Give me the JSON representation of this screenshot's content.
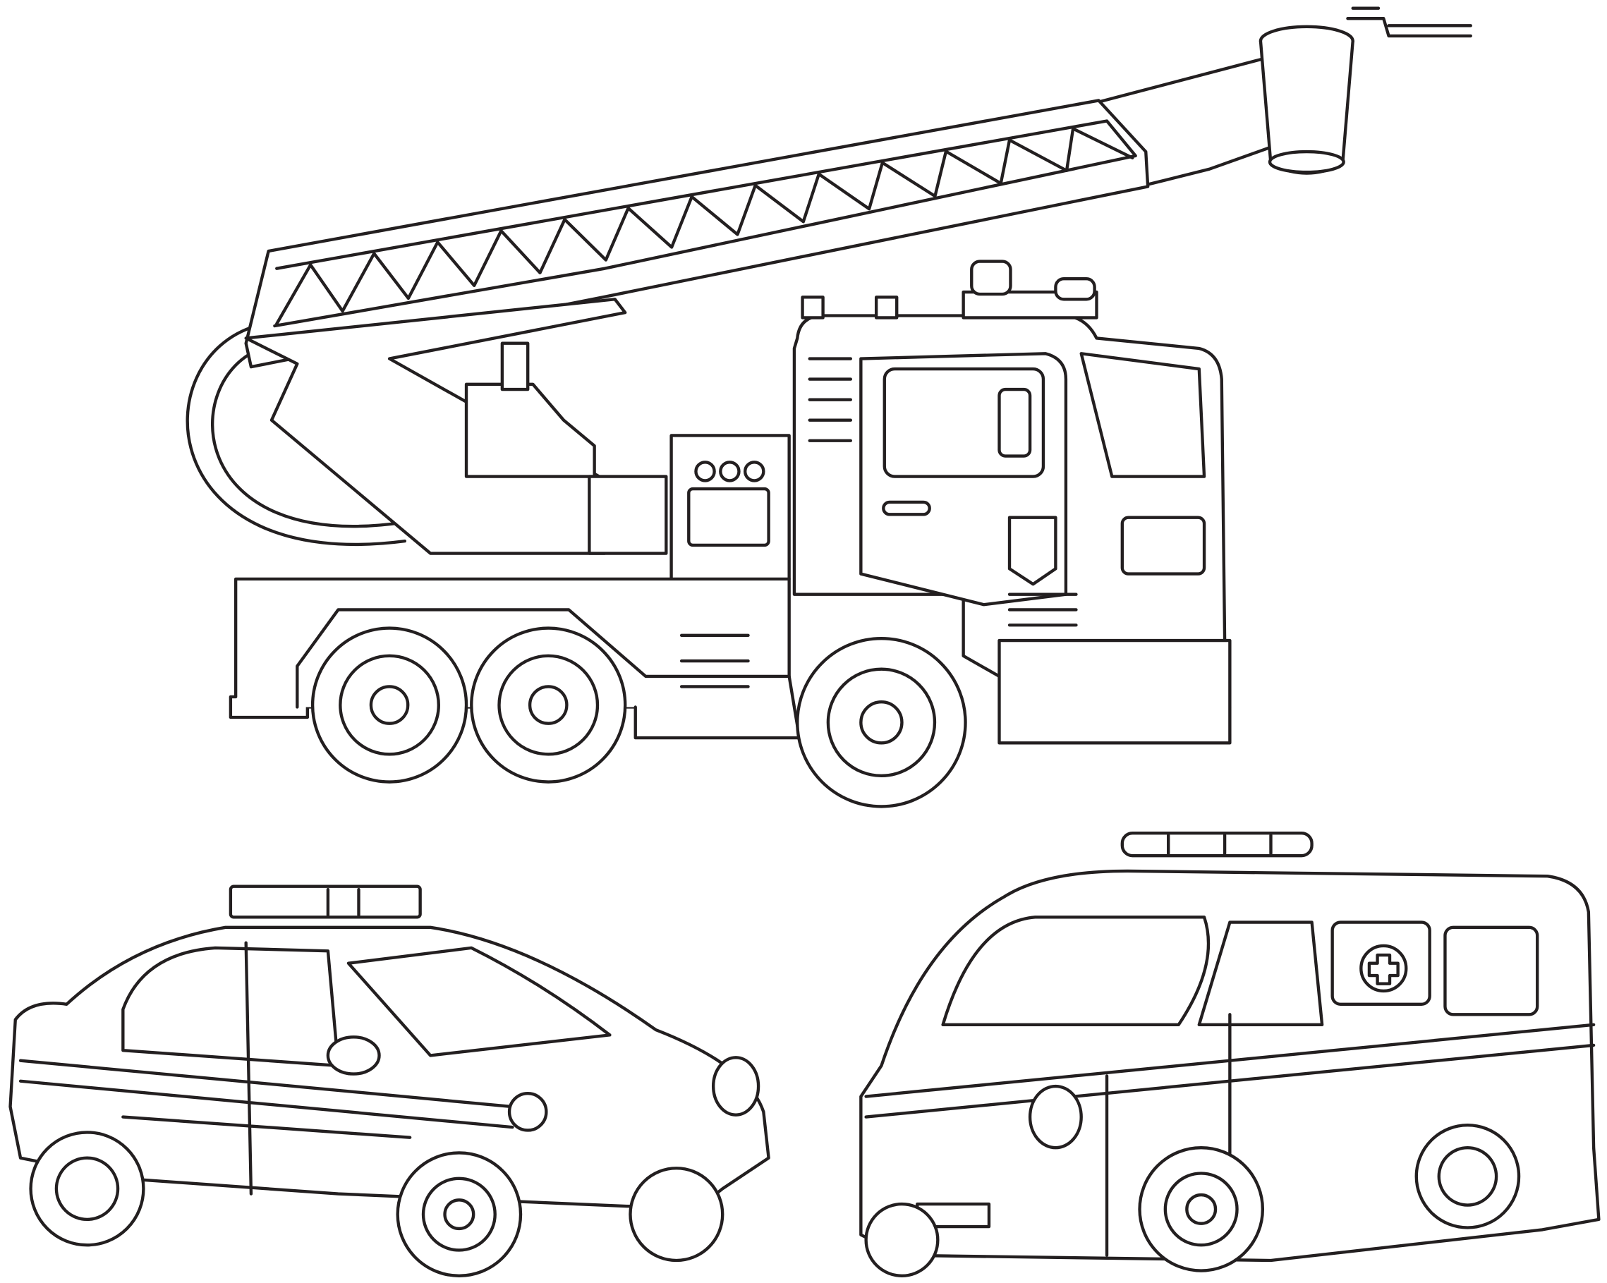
{
  "artwork": {
    "subjects": [
      "fire-truck",
      "police-car",
      "ambulance"
    ],
    "stroke_color": "#231f20",
    "background_color": "#ffffff"
  }
}
